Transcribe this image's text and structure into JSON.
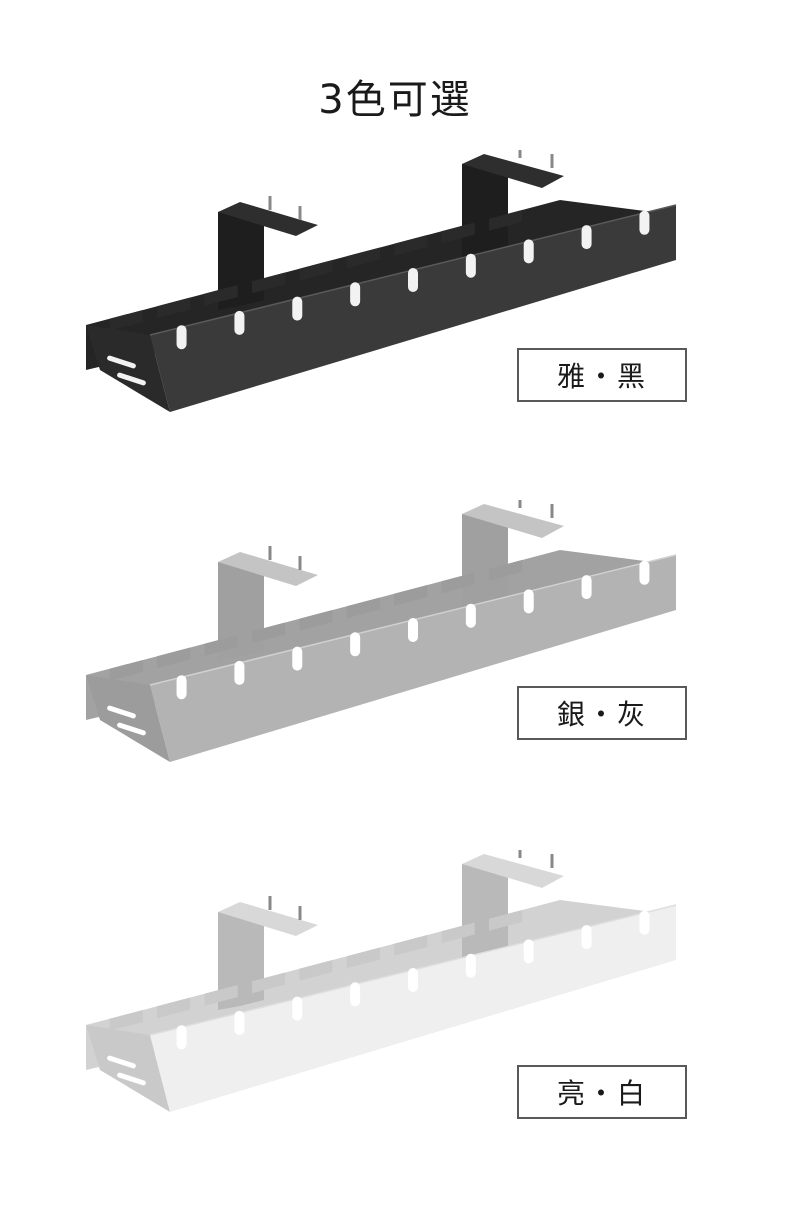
{
  "page": {
    "title": "3色可選"
  },
  "variants": [
    {
      "label": "雅・黑",
      "colors": {
        "front": "#3a3a3a",
        "top": "#2a2a2a",
        "back": "#252525",
        "bracket": "#1e1e1e",
        "plate": "#2e2e2e",
        "slot": "#f2f2f2",
        "edge": "#5a5a5a"
      }
    },
    {
      "label": "銀・灰",
      "colors": {
        "front": "#b3b3b3",
        "top": "#9c9c9c",
        "back": "#a2a2a2",
        "bracket": "#a0a0a0",
        "plate": "#c4c4c4",
        "slot": "#ffffff",
        "edge": "#d0d0d0"
      }
    },
    {
      "label": "亮・白",
      "colors": {
        "front": "#efefef",
        "top": "#c9c9c9",
        "back": "#d2d2d2",
        "bracket": "#b9b9b9",
        "plate": "#d8d8d8",
        "slot": "#ffffff",
        "edge": "#dedede"
      }
    }
  ]
}
